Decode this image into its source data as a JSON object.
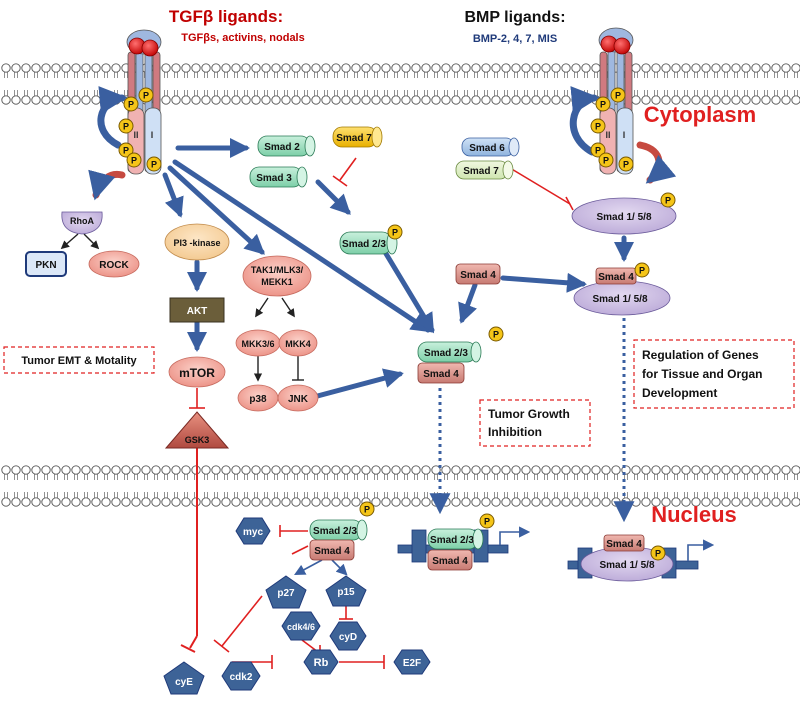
{
  "header": {
    "tgfb_title": "TGFβ ligands:",
    "tgfb_sub": "TGFβs, activins, nodals",
    "bmp_title": "BMP ligands:",
    "bmp_sub": "BMP-2, 4, 7, MIS"
  },
  "regions": {
    "cytoplasm": "Cytoplasm",
    "nucleus": "Nucleus"
  },
  "receptor": {
    "type2": "II",
    "type1": "I",
    "phospho": "P"
  },
  "nodes": {
    "smad2": "Smad 2",
    "smad3": "Smad 3",
    "smad7_left": "Smad 7",
    "smad23": "Smad 2/3",
    "smad6": "Smad 6",
    "smad7_right": "Smad 7",
    "smad158": "Smad 1/ 5/8",
    "smad4": "Smad 4",
    "rhoa": "RhoA",
    "pkn": "PKN",
    "rock": "ROCK",
    "pi3k": "PI3 -kinase",
    "akt": "AKT",
    "mtor": "mTOR",
    "gsk3": "GSK3",
    "tak1_line1": "TAK1/MLK3/",
    "tak1_line2": "MEKK1",
    "mkk36": "MKK3/6",
    "mkk4": "MKK4",
    "p38": "p38",
    "jnk": "JNK",
    "myc": "myc",
    "p27": "p27",
    "p15": "p15",
    "cdk46": "cdk4/6",
    "cyd": "cyD",
    "cye": "cyE",
    "cdk2": "cdk2",
    "rb": "Rb",
    "e2f": "E2F"
  },
  "callouts": {
    "emt": "Tumor EMT & Motality",
    "growth_line1": "Tumor Growth",
    "growth_line2": "Inhibition",
    "genes_line1": "Regulation of Genes",
    "genes_line2": "for Tissue and Organ",
    "genes_line3": "Development"
  },
  "colors": {
    "title_red": "#c00000",
    "bmp_blue": "#1f3a7a",
    "arrow_blue": "#3a5fa0",
    "inhibit_red": "#e02020",
    "smad_green": "#9ee0c0",
    "smad_yellow": "#f5c000",
    "smad_blue": "#9cc0e6",
    "smad_pink": "#d88a84",
    "oval_pink": "#f3a59a",
    "oval_purple": "#c6b8dc",
    "node_dark": "#3d6397",
    "phospho_gold": "#f5c518"
  }
}
